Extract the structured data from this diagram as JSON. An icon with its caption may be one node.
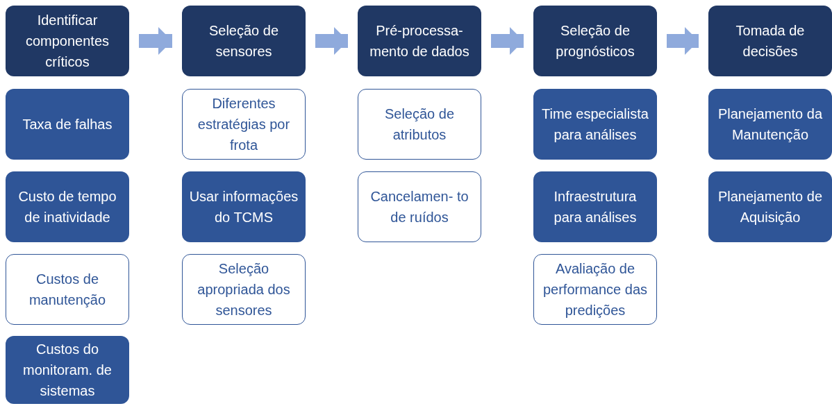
{
  "diagram": {
    "nodes": [
      {
        "text": [
          "Identificar componentes críticos"
        ]
      },
      {
        "text": [
          "Taxa de falhas"
        ]
      },
      {
        "text": [
          "Custo de tempo de inatividade"
        ]
      },
      {
        "text": [
          "Custos de manutenção"
        ]
      },
      {
        "text": [
          "Custos do monitoram. de sistemas"
        ]
      },
      {
        "text": [
          "Seleção de sensores"
        ]
      },
      {
        "text": [
          "Diferentes estratégias por frota"
        ]
      },
      {
        "text": [
          "Usar informações do TCMS"
        ]
      },
      {
        "text": [
          "Seleção apropriada dos sensores"
        ]
      },
      {
        "text": [
          "Pré-processa- mento de dados"
        ]
      },
      {
        "text": [
          "Seleção de atributos"
        ]
      },
      {
        "text": [
          "Cancelamen- to de ruídos"
        ]
      },
      {
        "text": [
          "Seleção de prognósticos"
        ]
      },
      {
        "text": [
          "Time especialista para análises"
        ]
      },
      {
        "text": [
          "Infraestrutura para análises"
        ]
      },
      {
        "text": [
          "Avaliação de performance das predições"
        ]
      },
      {
        "text": [
          "Tomada de decisões"
        ]
      },
      {
        "text": [
          "Planejamento da Manutenção"
        ]
      },
      {
        "text": [
          "Planejamento de Aquisição"
        ]
      }
    ],
    "edges": [
      {
        "from": 0,
        "to": 5,
        "arrow": "to"
      },
      {
        "from": 5,
        "to": 9,
        "arrow": "to"
      },
      {
        "from": 9,
        "to": 12,
        "arrow": "to"
      },
      {
        "from": 12,
        "to": 16,
        "arrow": "to"
      }
    ]
  }
}
